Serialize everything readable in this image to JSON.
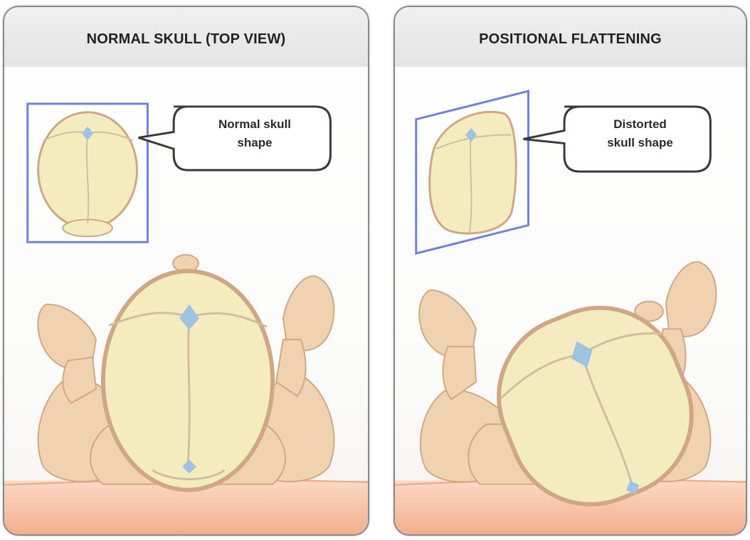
{
  "panels": [
    {
      "title": "NORMAL SKULL (TOP VIEW)",
      "callout": [
        "Normal skull",
        "shape"
      ]
    },
    {
      "title": "POSITIONAL FLATTENING",
      "callout": [
        "Distorted",
        "skull shape"
      ]
    }
  ],
  "colors": {
    "skin": "#f0d1b0",
    "skin_outline": "#d2a882",
    "skull_fill": "#f4ecbf",
    "skull_outline": "#cfa784",
    "fontanelle": "#9fc3e2",
    "frame": "#6e80e0",
    "floor": "#f4b99c"
  }
}
